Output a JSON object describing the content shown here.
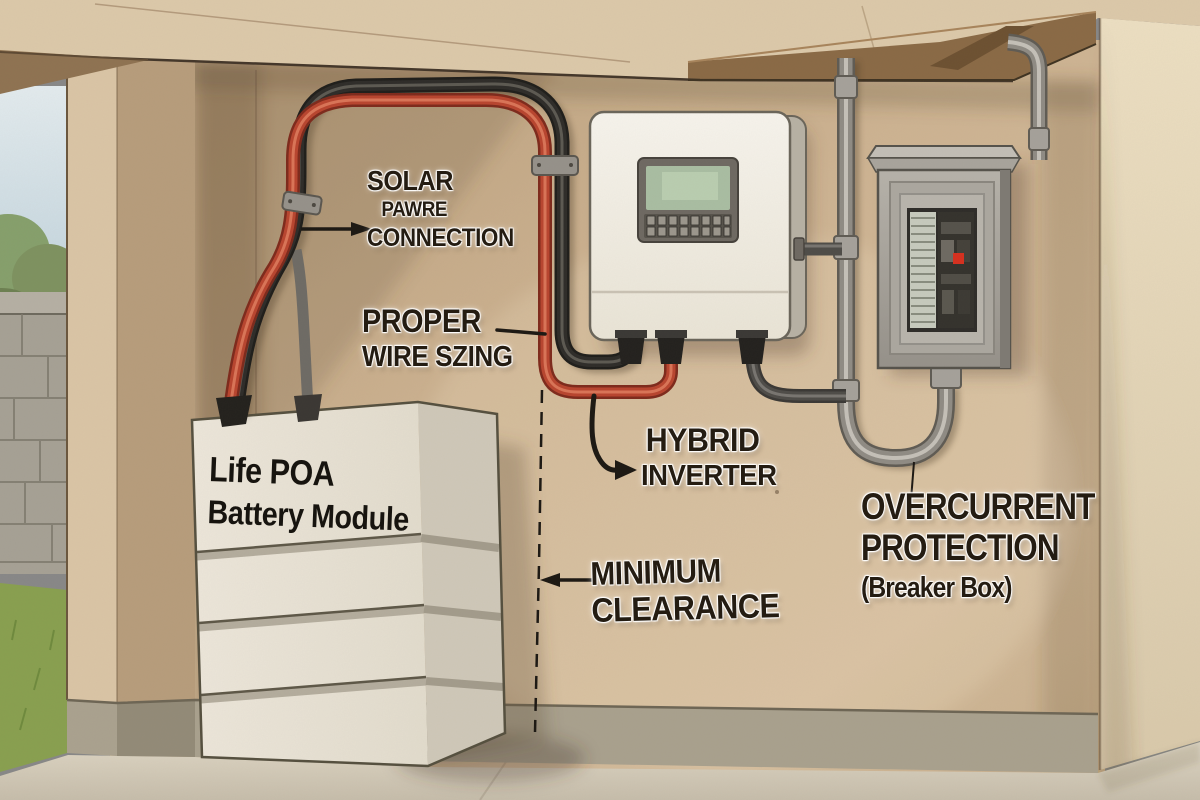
{
  "illustration": {
    "type": "solar-battery-installation-diagram",
    "battery_module_count": 4
  },
  "labels": {
    "solar_connection": {
      "line1": "SOLAR",
      "line2": "PAWRE",
      "line3": "CONNECTION"
    },
    "proper_wire_sizing": {
      "line1": "PROPER",
      "line2": "WIRE SZING"
    },
    "battery_module": {
      "line1": "Life POA",
      "line2": "Battery Module"
    },
    "hybrid_inverter": {
      "line1": "HYBRID",
      "line2": "INVERTER"
    },
    "minimum_clearance": {
      "line1": "MINIMUM",
      "line2": "CLEARANCE"
    },
    "overcurrent_protection": {
      "line1": "OVERCURRENT",
      "line2": "PROTECTION",
      "line3": "(Breaker Box)"
    }
  },
  "colors": {
    "wall": "#c9b08e",
    "wall_shadow": "#ab916f",
    "pillar": "#dac5a6",
    "ceiling": "#dcc9aa",
    "wood_beam": "#8a6a46",
    "floor": "#d5ccba",
    "baseboard": "#a79f8c",
    "battery_body": "#eae4d8",
    "inverter_body": "#f2eee5",
    "breaker_box": "#a9a59d",
    "cable_red": "#b8452f",
    "cable_black": "#2e2c29",
    "conduit": "#8f8b84",
    "lcd_screen": "#a9bda2",
    "status_indicator": "#d6301f",
    "sky": "#cfdde4",
    "foliage": "#7e9260",
    "grass": "#89a050",
    "block_wall": "#a6a195",
    "label_text": "#241c12"
  }
}
